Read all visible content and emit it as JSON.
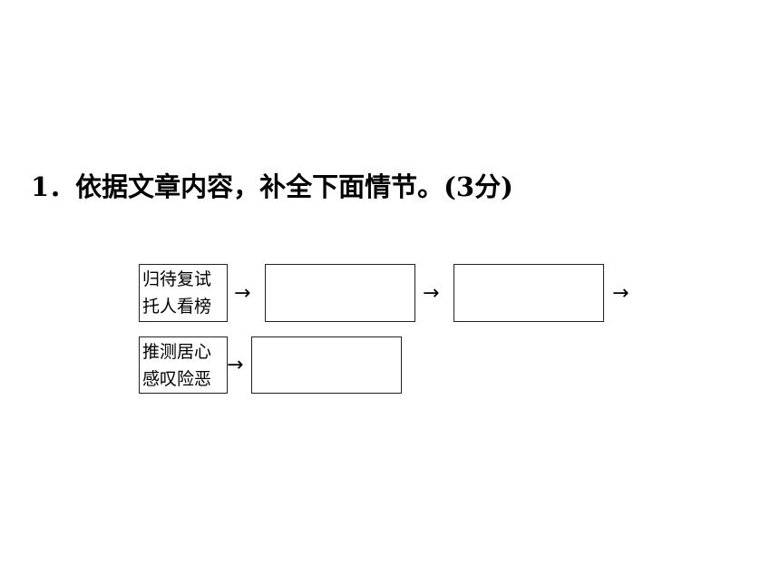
{
  "question": {
    "text": "1．依据文章内容，补全下面情节。(3分)"
  },
  "flowchart": {
    "step1_label": "归待复试\n托人看榜",
    "step4_label": "推测居心\n感叹险恶",
    "arrow": "→",
    "step2_answer": "",
    "step3_answer": "",
    "step5_answer": ""
  }
}
